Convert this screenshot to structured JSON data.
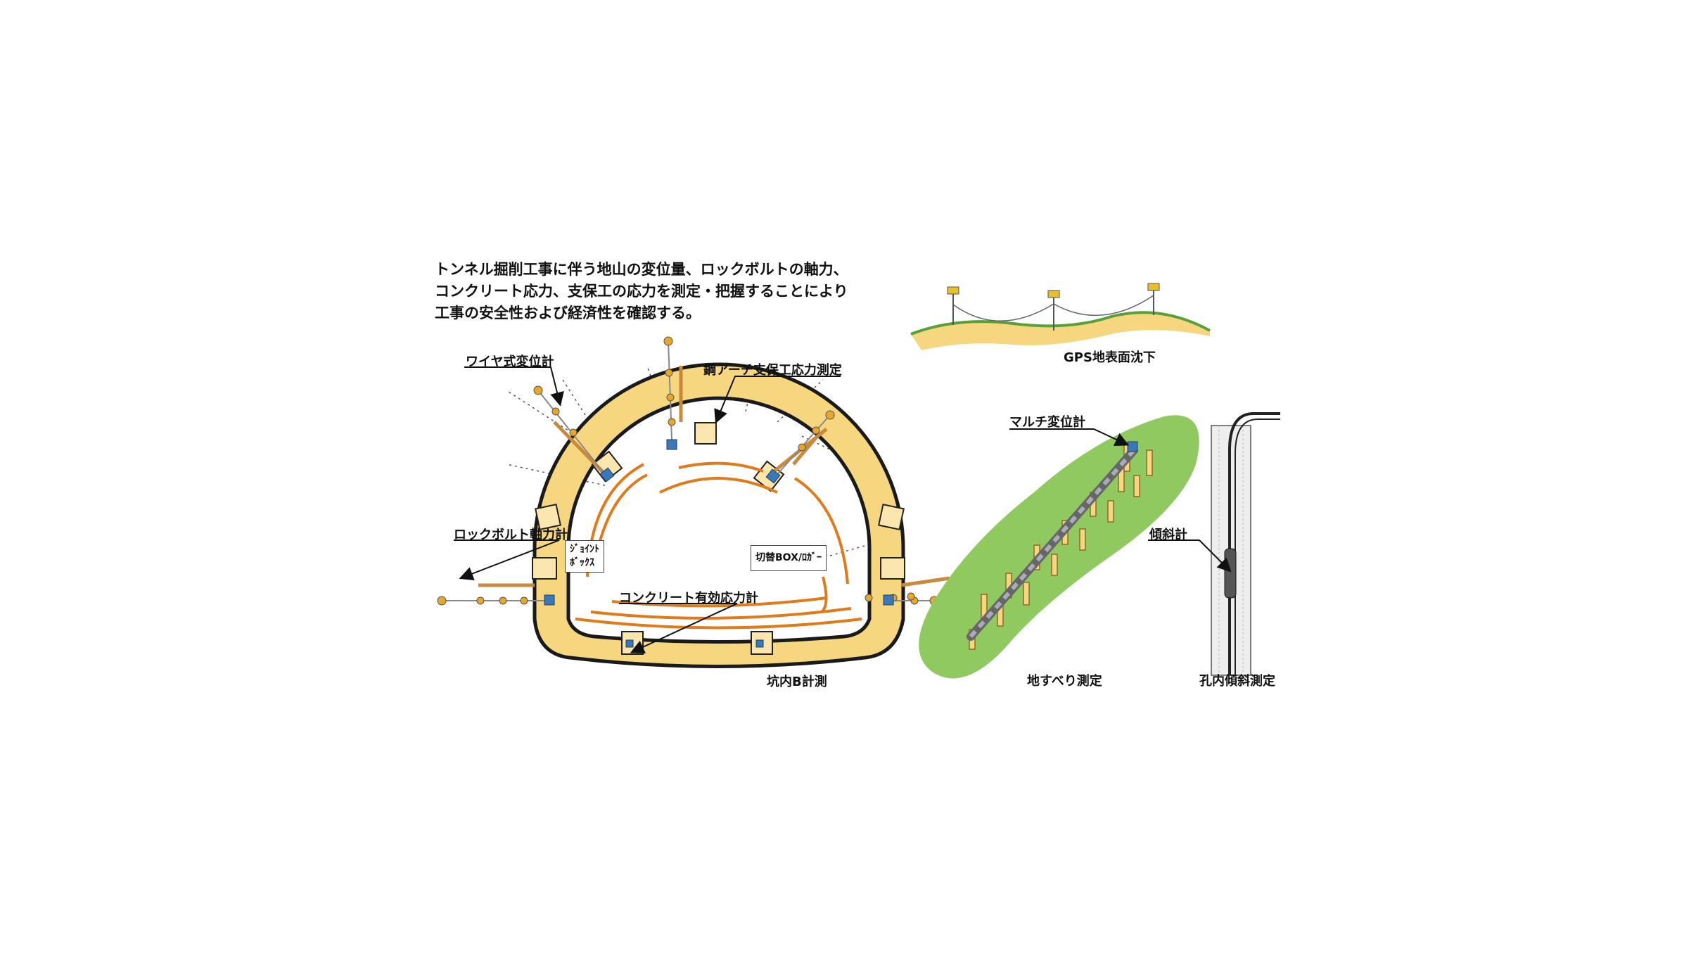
{
  "intro": {
    "line1": "トンネル掘削工事に伴う地山の変位量、ロックボルトの軸力、",
    "line2": "コンクリート応力、支保工の応力を測定・把握することにより",
    "line3": "工事の安全性および経済性を確認する。"
  },
  "labels": {
    "wire_gauge": "ワイヤ式変位計",
    "steel_arch": "鋼アーチ支保工応力測定",
    "rockbolt": "ロックボルト軸力計",
    "concrete": "コンクリート有効応力計",
    "joint_box_1": "ｼﾞｮｲﾝﾄ",
    "joint_box_2": "ﾎﾞｯｸｽ",
    "switch_box": "切替BOX/ﾛｶﾞｰ",
    "tunnel_caption": "坑内B計測",
    "gps_caption": "GPS地表面沈下",
    "multi_gauge": "マルチ変位計",
    "landslide_caption": "地すべり測定",
    "inclinometer": "傾斜計",
    "borehole_caption": "孔内傾斜測定"
  },
  "colors": {
    "lining": "#f6d77f",
    "lining_edge": "#1a1a1a",
    "strain_line": "#e07a1a",
    "landslide": "#8fc95f",
    "gauge_blue": "#3a78b8",
    "rod": "#d79a4a"
  }
}
